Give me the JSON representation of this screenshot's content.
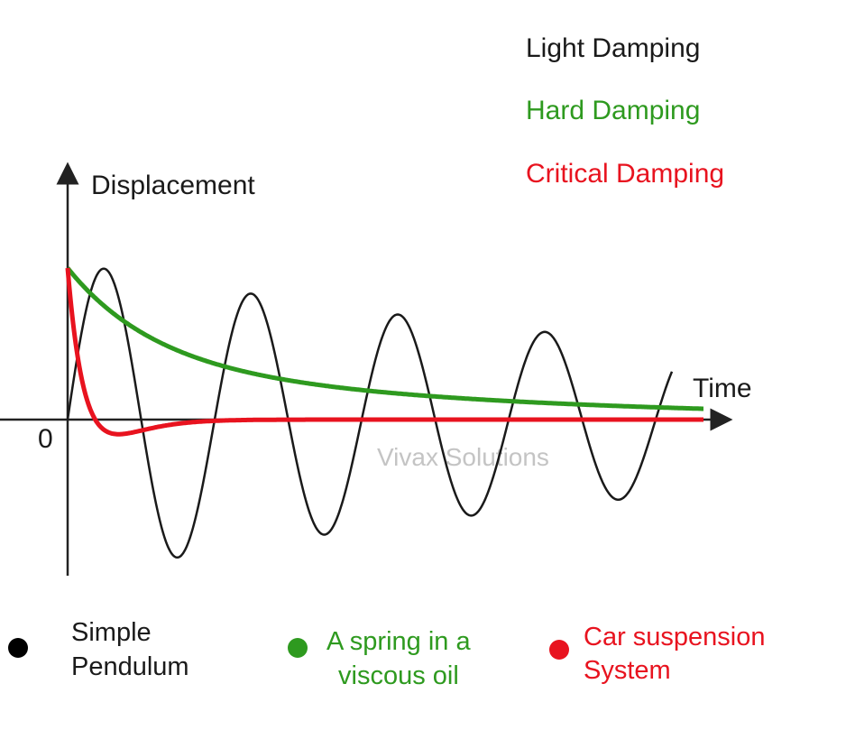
{
  "colors": {
    "light": "#1a1a1a",
    "hard": "#2e9a1f",
    "critical": "#e8131f",
    "axis": "#222222",
    "watermark": "#c4c4c4"
  },
  "legend_top": {
    "light": "Light Damping",
    "hard": "Hard Damping",
    "critical": "Critical Damping"
  },
  "axes": {
    "y_label": "Displacement",
    "x_label": "Time",
    "origin": "0"
  },
  "watermark": "Vivax Solutions",
  "legend_bottom": {
    "black": {
      "line1": "Simple",
      "line2": "Pendulum"
    },
    "green": {
      "line1": "A spring in a",
      "line2": "viscous oil"
    },
    "red": {
      "line1": "Car suspension",
      "line2": "System"
    }
  }
}
